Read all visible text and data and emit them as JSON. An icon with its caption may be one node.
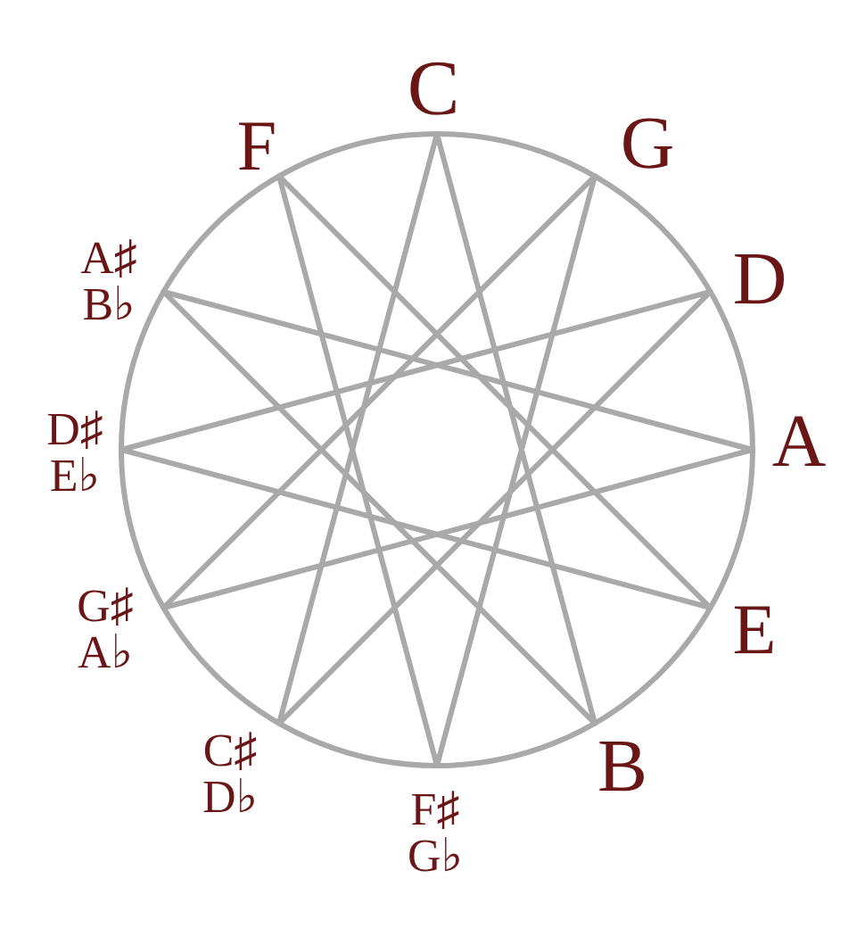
{
  "diagram": {
    "nodes": [
      {
        "text": [
          "C"
        ]
      },
      {
        "text": [
          "G"
        ]
      },
      {
        "text": [
          "D"
        ]
      },
      {
        "text": [
          "A"
        ]
      },
      {
        "text": [
          "E"
        ]
      },
      {
        "text": [
          "B"
        ]
      },
      {
        "text": [
          "F♯ G♭"
        ]
      },
      {
        "text": [
          "C♯ D♭"
        ]
      },
      {
        "text": [
          "G♯ A♭"
        ]
      },
      {
        "text": [
          "D♯ E♭"
        ]
      },
      {
        "text": [
          "A♯ B♭"
        ]
      },
      {
        "text": [
          "F"
        ]
      }
    ],
    "edges": [
      {
        "from": 0,
        "to": 5,
        "arrow": "none"
      },
      {
        "from": 5,
        "to": 10,
        "arrow": "none"
      },
      {
        "from": 10,
        "to": 3,
        "arrow": "none"
      },
      {
        "from": 3,
        "to": 8,
        "arrow": "none"
      },
      {
        "from": 8,
        "to": 1,
        "arrow": "none"
      },
      {
        "from": 1,
        "to": 6,
        "arrow": "none"
      },
      {
        "from": 6,
        "to": 11,
        "arrow": "none"
      },
      {
        "from": 11,
        "to": 4,
        "arrow": "none"
      },
      {
        "from": 4,
        "to": 9,
        "arrow": "none"
      },
      {
        "from": 9,
        "to": 2,
        "arrow": "none"
      },
      {
        "from": 2,
        "to": 7,
        "arrow": "none"
      },
      {
        "from": 7,
        "to": 0,
        "arrow": "none"
      }
    ]
  }
}
